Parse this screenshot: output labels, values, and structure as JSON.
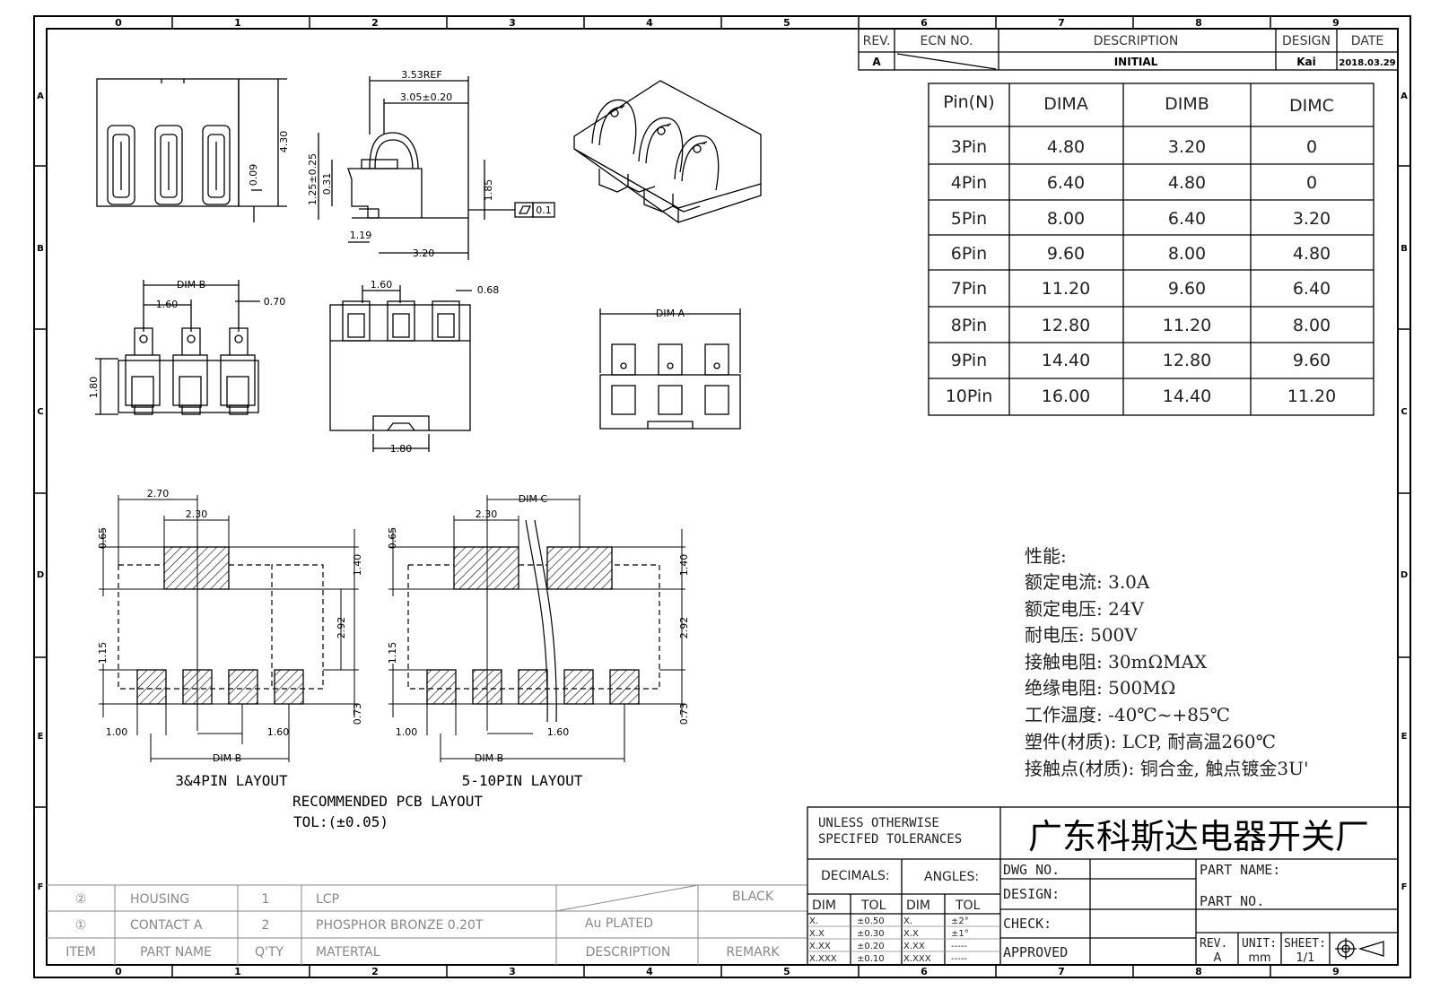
{
  "frame": {
    "columns": [
      "0",
      "1",
      "2",
      "3",
      "4",
      "5",
      "6",
      "7",
      "8",
      "9"
    ],
    "rows": [
      "A",
      "B",
      "C",
      "D",
      "E",
      "F"
    ]
  },
  "revision_block": {
    "headers": {
      "rev": "REV.",
      "ecn": "ECN NO.",
      "description": "DESCRIPTION",
      "design": "DESIGN",
      "date": "DATE"
    },
    "row": {
      "rev": "A",
      "description": "INITIAL",
      "design": "Kai",
      "date": "2018.03.29"
    }
  },
  "dim_table": {
    "headers": [
      "Pin(N)",
      "DIMA",
      "DIMB",
      "DIMC"
    ],
    "rows": [
      [
        "3Pin",
        "4.80",
        "3.20",
        "0"
      ],
      [
        "4Pin",
        "6.40",
        "4.80",
        "0"
      ],
      [
        "5Pin",
        "8.00",
        "6.40",
        "3.20"
      ],
      [
        "6Pin",
        "9.60",
        "8.00",
        "4.80"
      ],
      [
        "7Pin",
        "11.20",
        "9.60",
        "6.40"
      ],
      [
        "8Pin",
        "12.80",
        "11.20",
        "8.00"
      ],
      [
        "9Pin",
        "14.40",
        "12.80",
        "9.60"
      ],
      [
        "10Pin",
        "16.00",
        "14.40",
        "11.20"
      ]
    ]
  },
  "specs": {
    "title": "性能:",
    "lines": [
      "额定电流: 3.0A",
      "额定电压: 24V",
      "耐电压: 500V",
      "接触电阻: 30mΩMAX",
      "绝缘电阻: 500MΩ",
      "工作温度: -40℃~+85℃",
      "塑件(材质): LCP, 耐高温260℃",
      "接触点(材质): 铜合金, 触点镀金3U'"
    ]
  },
  "dimensions": {
    "side_top": "3.53REF",
    "side_width": "3.05±0.20",
    "height_total": "4.30",
    "height_small": "0.09",
    "h_125": "1.25±0.25",
    "h_031": "0.31",
    "h_185": "1.85",
    "w_119": "1.19",
    "w_320": "3.20",
    "flatness": "0.1",
    "dim_b": "DIM B",
    "pitch_160": "1.60",
    "pin_070": "0.70",
    "h_180": "1.80",
    "pitch_160b": "1.60",
    "pin_068": "0.68",
    "w_180": "1.80",
    "dim_a": "DIM A",
    "pcb_270": "2.70",
    "pcb_230": "2.30",
    "pcb_065": "0.65",
    "pcb_140": "1.40",
    "pcb_292": "2.92",
    "pcb_115": "1.15",
    "pcb_073": "0.73",
    "pcb_100": "1.00",
    "pcb_160": "1.60",
    "dim_c": "DIM C"
  },
  "layout_labels": {
    "left": "3&4PIN LAYOUT",
    "right": "5-10PIN LAYOUT",
    "title": "RECOMMENDED PCB LAYOUT",
    "tol": "TOL:(±0.05)"
  },
  "bom": {
    "rows": [
      {
        "item": "②",
        "part": "HOUSING",
        "qty": "1",
        "material": "LCP",
        "description": "",
        "remark": "BLACK"
      },
      {
        "item": "①",
        "part": "CONTACT A",
        "qty": "2",
        "material": "PHOSPHOR BRONZE 0.20T",
        "description": "Au PLATED",
        "remark": ""
      }
    ],
    "header": {
      "item": "ITEM",
      "part": "PART NAME",
      "qty": "Q'TY",
      "material": "MATERTAL",
      "description": "DESCRIPTION",
      "remark": "REMARK"
    }
  },
  "tolerance_block": {
    "note_line1": "UNLESS OTHERWISE",
    "note_line2": "SPECIFED TOLERANCES",
    "decimals": "DECIMALS:",
    "angles": "ANGLES:",
    "dim": "DIM",
    "tol": "TOL",
    "decimal_rows": [
      [
        "X.",
        "±0.50"
      ],
      [
        "X.X",
        "±0.30"
      ],
      [
        "X.XX",
        "±0.20"
      ],
      [
        "X.XXX",
        "±0.10"
      ]
    ],
    "angle_rows": [
      [
        "X.",
        "±2°"
      ],
      [
        "X.X",
        "±1°"
      ],
      [
        "X.XX",
        "-----"
      ],
      [
        "X.XXX",
        "-----"
      ]
    ]
  },
  "title_block": {
    "company": "广东科斯达电器开关厂",
    "dwg_no": "DWG NO.",
    "design": "DESIGN:",
    "check": "CHECK:",
    "approved": "APPROVED",
    "part_name": "PART NAME:",
    "part_no": "PART NO.",
    "rev_label": "REV.",
    "rev_value": "A",
    "unit_label": "UNIT:",
    "unit_value": "mm",
    "sheet_label": "SHEET:",
    "sheet_value": "1/1"
  }
}
